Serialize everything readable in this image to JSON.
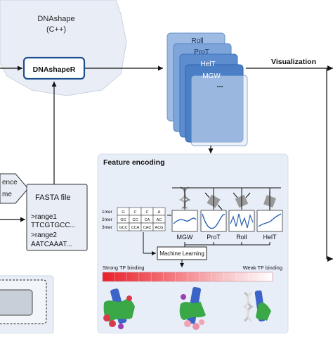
{
  "dnashape_label": "DNAshape",
  "dnashape_lang": "(C++)",
  "dnashaper_label": "DNAshapeR",
  "shape_features": [
    "Roll",
    "ProT",
    "HelT",
    "MGW",
    "..."
  ],
  "visualization_label": "Visualization",
  "partial_labels": [
    "ence",
    "me"
  ],
  "fasta": {
    "title": "FASTA file",
    "lines": [
      ">range1",
      "TTCGTGCC...",
      ">range2",
      "AATCAAAT..."
    ]
  },
  "feature_encoding": {
    "title": "Feature encoding",
    "kmer_rows": [
      {
        "label": "1mer",
        "cells": [
          "G",
          "C",
          "C",
          "A"
        ]
      },
      {
        "label": "2mer",
        "cells": [
          "GC",
          "CC",
          "CA",
          "AC"
        ]
      },
      {
        "label": "3mer",
        "cells": [
          "GCC",
          "CCA",
          "CAC",
          "ACG"
        ]
      }
    ],
    "shape_plots": [
      "MGW",
      "ProT",
      "Roll",
      "HelT"
    ],
    "ml_label": "Machine Learning",
    "strong_label": "Strong TF binding",
    "weak_label": "Weak TF binding"
  },
  "colors": {
    "accent_blue": "#3a78c8",
    "panel_bg": "#e8eef8",
    "gradient_strong": "#e8202c",
    "gradient_weak": "#ffffff"
  }
}
